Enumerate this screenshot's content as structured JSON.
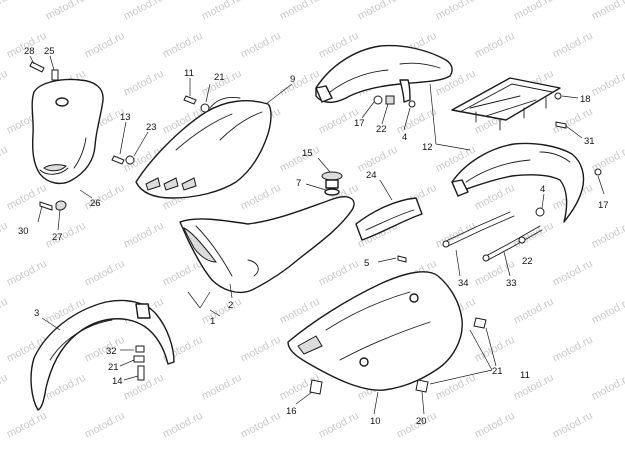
{
  "watermark": {
    "text": "motod.ru",
    "color": "#c9c9c9"
  },
  "colors": {
    "line": "#1a1a1a",
    "shade": "#dcdcdc",
    "background": "#ffffff"
  },
  "labels": {
    "n28": "28",
    "n25": "25",
    "n26": "26",
    "n30": "30",
    "n27": "27",
    "n13": "13",
    "n23": "23",
    "n11a": "11",
    "n21a": "21",
    "n9": "9",
    "n17a": "17",
    "n22a": "22",
    "n4a": "4",
    "n12": "12",
    "n18": "18",
    "n31": "31",
    "n15": "15",
    "n7": "7",
    "n24": "24",
    "n4b": "4",
    "n17b": "17",
    "n22b": "22",
    "n34": "34",
    "n33": "33",
    "n5": "5",
    "n2": "2",
    "n1": "1",
    "n3": "3",
    "n32": "32",
    "n21b": "21",
    "n14": "14",
    "n21c": "21",
    "n11b": "11",
    "n16": "16",
    "n10": "10",
    "n20": "20"
  }
}
